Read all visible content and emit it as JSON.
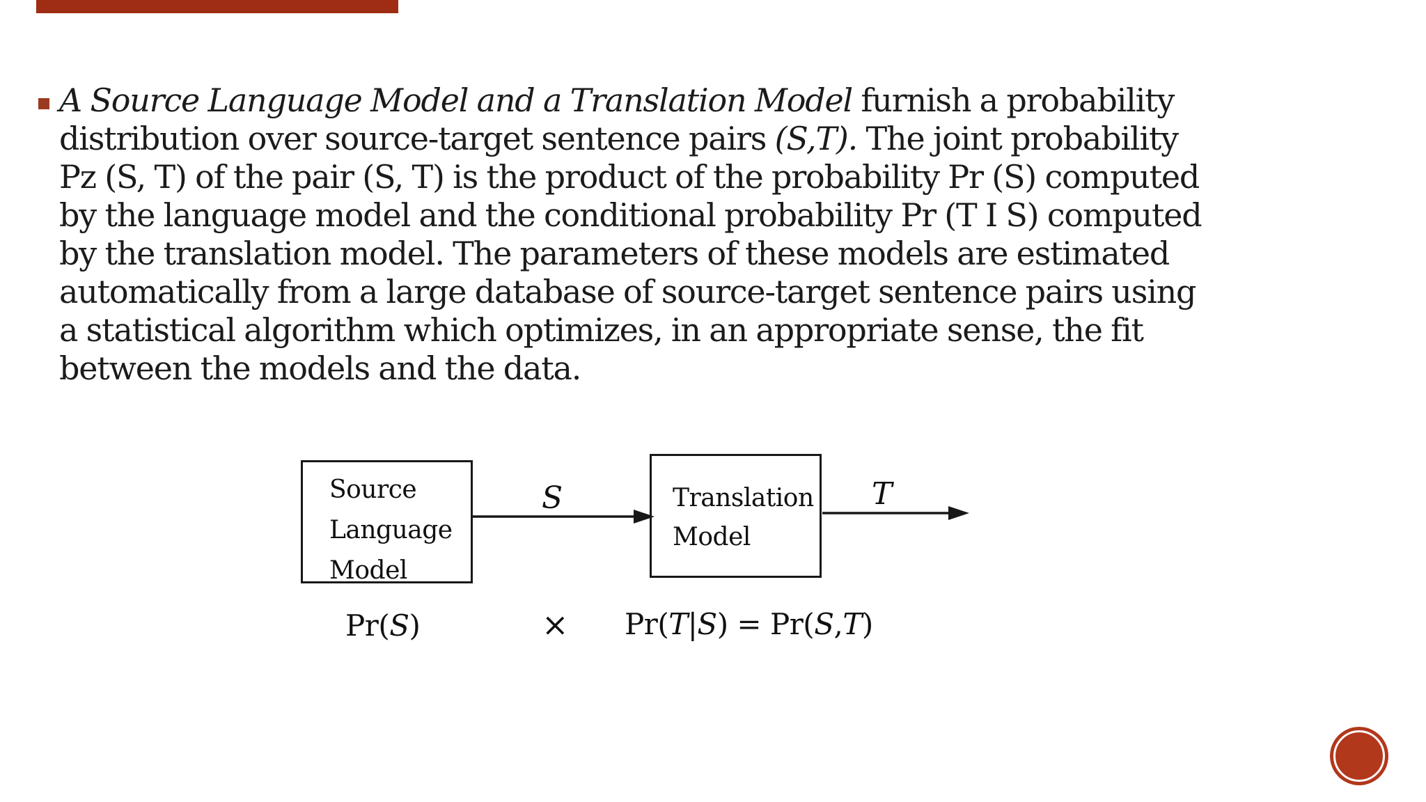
{
  "slide": {
    "background": "#ffffff",
    "accent_bar_color": "#9e2d14",
    "bullet_color": "#9c3a1f",
    "text_color": "#1b1b1b",
    "line_color": "#181818",
    "badge_color": "#b2381b"
  },
  "paragraph": {
    "lines": [
      [
        {
          "t": "A Source Language Model and a Translation Model",
          "i": true
        },
        {
          "t": " furnish a probability",
          "i": false
        }
      ],
      [
        {
          "t": "distribution over source-target sentence pairs ",
          "i": false
        },
        {
          "t": "(S,T).",
          "i": true
        },
        {
          "t": " The joint probability",
          "i": false
        }
      ],
      [
        {
          "t": "Pz (S, T) of the pair (S, T) is the product of the probability Pr (S) computed",
          "i": false
        }
      ],
      [
        {
          "t": "by the language model and the conditional probability Pr (T I S) computed",
          "i": false
        }
      ],
      [
        {
          "t": "by the translation model. The parameters of these models are estimated",
          "i": false
        }
      ],
      [
        {
          "t": "automatically from a large database of source-target sentence pairs using",
          "i": false
        }
      ],
      [
        {
          "t": "a statistical algorithm which optimizes, in an appropriate sense, the fit",
          "i": false
        }
      ],
      [
        {
          "t": "between the models and the data.",
          "i": false
        }
      ]
    ]
  },
  "diagram": {
    "source_box": {
      "lines": [
        "Source",
        "Language",
        "Model"
      ]
    },
    "translation_box": {
      "lines": [
        "Translation",
        "Model"
      ]
    },
    "arrow1_label": "S",
    "arrow2_label": "T",
    "times": "×",
    "formula_left": {
      "segs": [
        {
          "t": "Pr(",
          "i": false
        },
        {
          "t": "S",
          "i": true
        },
        {
          "t": ")",
          "i": false
        }
      ]
    },
    "formula_right": {
      "segs": [
        {
          "t": "Pr(",
          "i": false
        },
        {
          "t": "T",
          "i": true
        },
        {
          "t": "|",
          "i": false
        },
        {
          "t": "S",
          "i": true
        },
        {
          "t": ") = Pr(",
          "i": false
        },
        {
          "t": "S",
          "i": true
        },
        {
          "t": ",",
          "i": false
        },
        {
          "t": "T",
          "i": true
        },
        {
          "t": ")",
          "i": false
        }
      ]
    }
  }
}
